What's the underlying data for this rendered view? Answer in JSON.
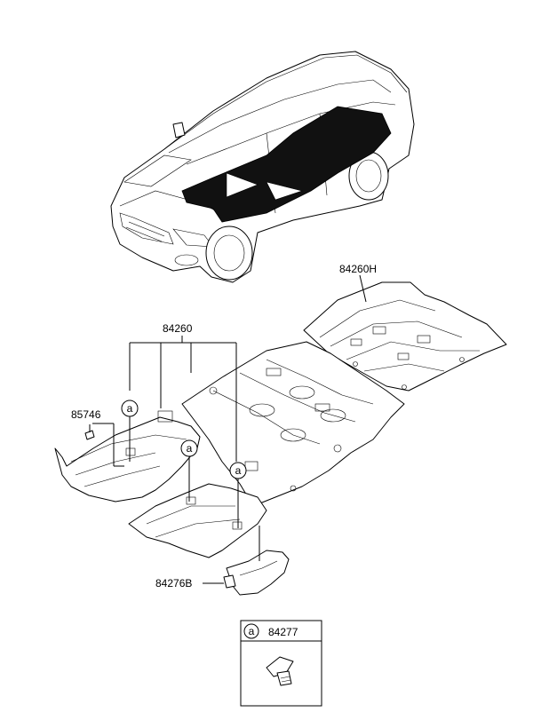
{
  "callouts": {
    "rear_carpet": "84260H",
    "main_carpet": "84260",
    "fastener": "85746",
    "rear_cover": "84276B",
    "legend_part": "84277"
  },
  "markers": {
    "ref_letter": "a"
  }
}
